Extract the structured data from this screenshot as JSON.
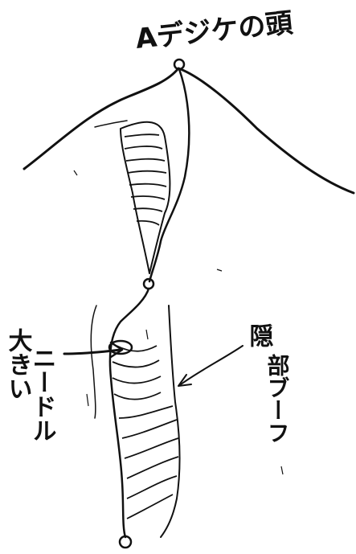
{
  "labels": {
    "summit": "Aデジケの頭",
    "big_chimney_line1": "大きい",
    "big_chimney_line2": "ニードル",
    "hidden_route_line1": "隠",
    "hidden_route_line2": "部ブーフ"
  },
  "colors": {
    "ink": "#111111",
    "paper": "#ffffff"
  }
}
